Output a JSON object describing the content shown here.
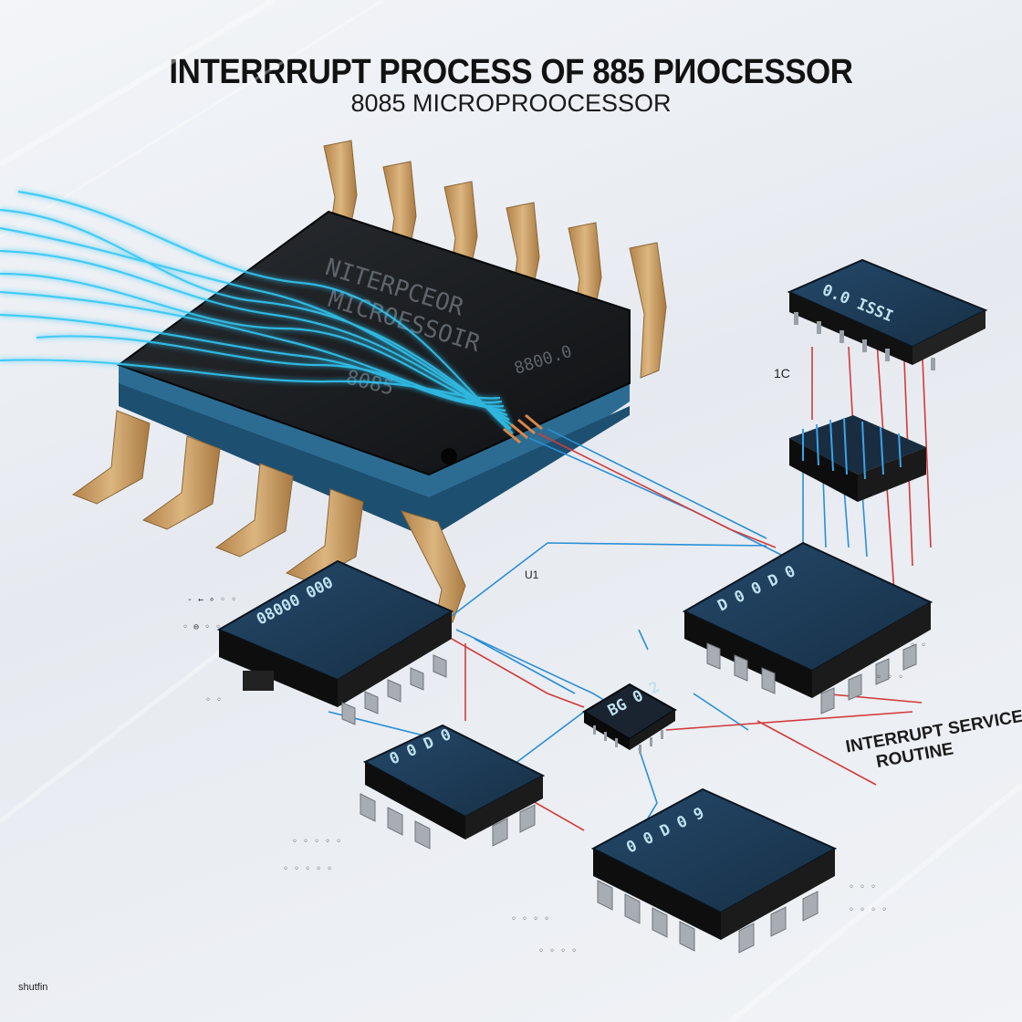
{
  "header": {
    "title": "INTERRRUPT PROCESS OF 885 PИOCESSOR",
    "subtitle": "8085 MICROPROOCESSOR"
  },
  "main_chip": {
    "label_line1": "NITERPCEOR",
    "label_line2": "MICROESSOIR",
    "number": "8085",
    "code": "8800.0"
  },
  "chips": {
    "top_right": "0.0 ISSI",
    "left": "08000 000",
    "right": "D 0 0 D 0",
    "center": "BG 0 2",
    "bottom_left": "0 0 D 0",
    "bottom_right": "0 0 D 0 9"
  },
  "labels": {
    "pin_1c": "1C",
    "u1": "U1",
    "isr_line1": "INTERRUPT SERVICE",
    "isr_line2": "ROUTINE",
    "watermark": "shutfin"
  },
  "colors": {
    "chip_body": "#16191d",
    "chip_face": "#1f3b55",
    "pin_gold": "#c99a5c",
    "wire_blue": "#2a8fd6",
    "wire_red": "#d23a3a",
    "glow": "#33c8f5"
  }
}
